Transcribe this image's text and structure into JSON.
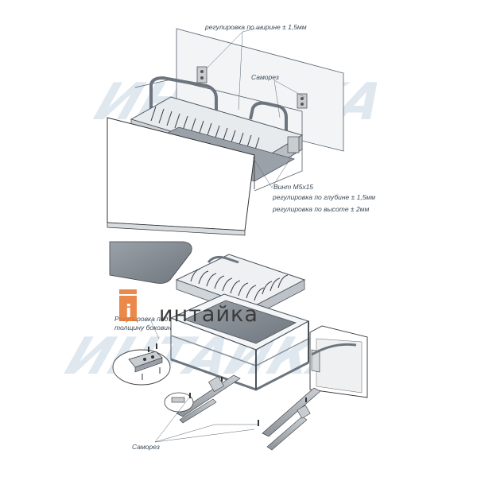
{
  "labels": {
    "width_adjust": "регулировка по ширине ± 1,5мм",
    "screw_top": "Саморез",
    "screw_spec": "Винт М5х15",
    "depth_adjust": "регулировка по глубине ± 1,5мм",
    "height_adjust": "регулировка по высоте ± 2мм",
    "thickness_adjust_1": "Регулировка под",
    "thickness_adjust_2": "толщину боковин",
    "screw_bottom": "Саморез"
  },
  "brand": {
    "name": "интайка",
    "logo_letter": "i"
  },
  "colors": {
    "accent_orange": "#e8742c",
    "line": "#55606b",
    "panel": "#f0f2f4",
    "tray": "#8d939a",
    "watermark": "#dfe7ef"
  }
}
